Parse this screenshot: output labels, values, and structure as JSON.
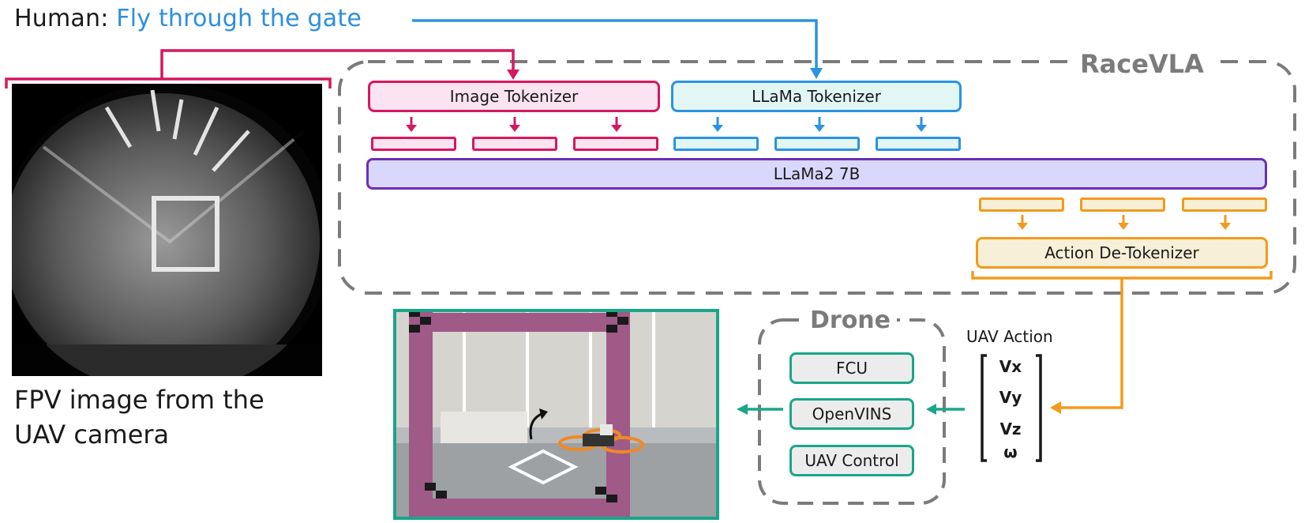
{
  "human": {
    "prefix": "Human:",
    "instruction": "Fly through the gate"
  },
  "fpv_caption": {
    "line1": "FPV image from the",
    "line2": "UAV camera"
  },
  "racevla": {
    "title": "RaceVLA",
    "image_tokenizer": "Image Tokenizer",
    "llama_tokenizer": "LLaMa Tokenizer",
    "llm": "LLaMa2 7B",
    "action_detokenizer": "Action De-Tokenizer"
  },
  "drone": {
    "title": "Drone",
    "modules": [
      "FCU",
      "OpenVINS",
      "UAV Control"
    ]
  },
  "uav_action": {
    "label": "UAV Action",
    "components": [
      "Vx",
      "Vy",
      "Vz",
      "ω"
    ]
  },
  "colors": {
    "image_branch": "#d6175f",
    "text_branch": "#2a93e3",
    "llm": "#6a2fb5",
    "action_branch": "#f39a1c",
    "drone": "#1aa58a",
    "container_dash": "#7b7b7b"
  }
}
